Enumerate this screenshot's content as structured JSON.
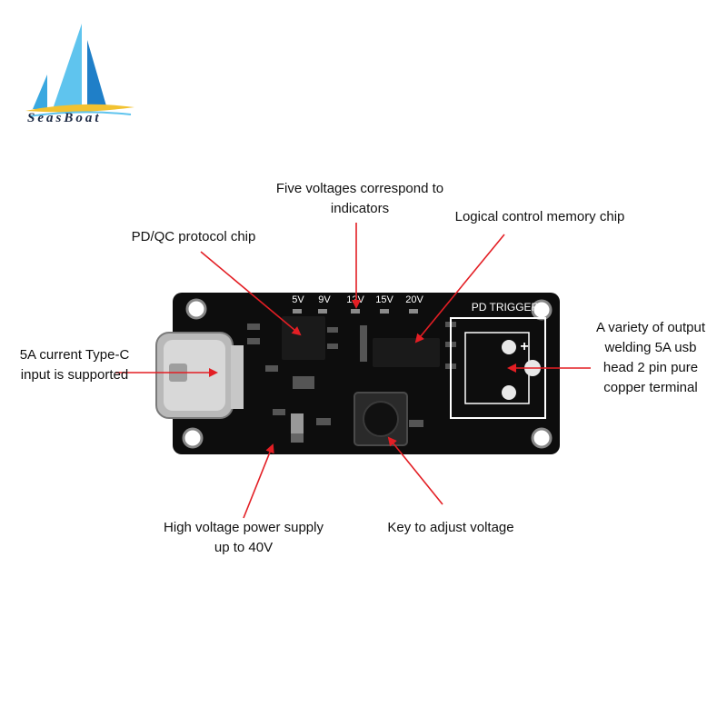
{
  "logo": {
    "brand": "SeasBoat",
    "colors": {
      "sail_light": "#5fc4ee",
      "sail_dark": "#1f7fc8",
      "hull": "#f2c230",
      "text": "#1d2a44"
    }
  },
  "board": {
    "voltage_labels": [
      "5V",
      "9V",
      "12V",
      "15V",
      "20V"
    ],
    "title": "PD TRIGGER",
    "terminal_symbol": "+",
    "colors": {
      "pcb": "#0d0d0d",
      "silkscreen": "#ffffff",
      "chip": "#1a1a1a",
      "arrow": "#e31e24"
    }
  },
  "callouts": {
    "five_voltages": "Five voltages correspond to indicators",
    "logic_chip": "Logical control memory chip",
    "pd_chip": "PD/QC protocol chip",
    "type_c": "5A current Type-C input is supported",
    "output_welding": "A variety of output welding 5A usb head 2 pin pure copper terminal",
    "high_voltage": "High voltage power supply up to 40V",
    "key": "Key to adjust voltage"
  }
}
